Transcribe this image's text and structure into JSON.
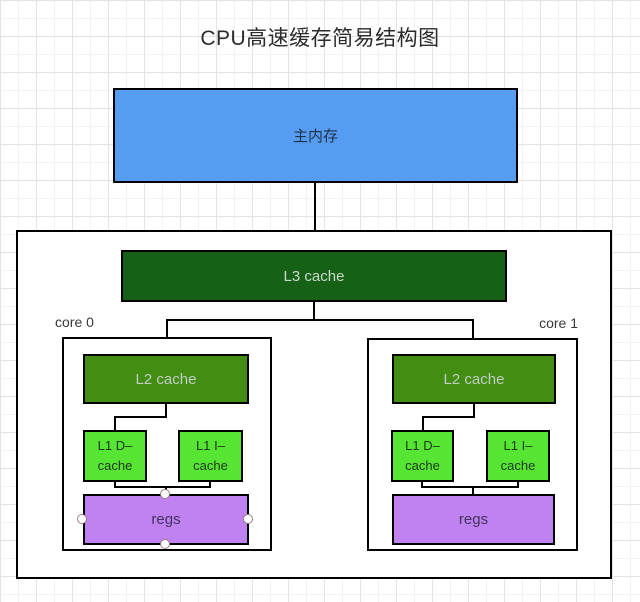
{
  "title": "CPU高速缓存简易结构图",
  "diagram": {
    "main_memory": {
      "label": "主内存"
    },
    "l3_cache": {
      "label": "L3 cache"
    },
    "cores": [
      {
        "name": "core 0",
        "l2_cache": "L2 cache",
        "l1_d_cache": "L1 D–\ncache",
        "l1_i_cache": "L1 I–\ncache",
        "regs": "regs"
      },
      {
        "name": "core 1",
        "l2_cache": "L2 cache",
        "l1_d_cache": "L1 D–\ncache",
        "l1_i_cache": "L1 I–\ncache",
        "regs": "regs"
      }
    ]
  },
  "colors": {
    "main_memory_fill": "#569df2",
    "l3_fill": "#176117",
    "l2_fill": "#418e13",
    "l1_fill": "#55e532",
    "regs_fill": "#bf82f0",
    "line": "#000000"
  }
}
